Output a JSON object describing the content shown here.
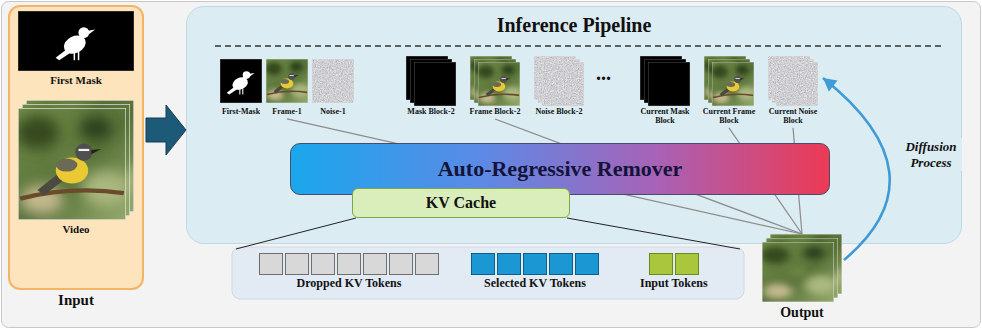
{
  "diagram": {
    "nodes": [
      {
        "text": [
          "Input"
        ]
      },
      {
        "text": [
          "First Mask"
        ],
        "in": 0
      },
      {
        "text": [
          "Video"
        ],
        "in": 0
      },
      {
        "text": [
          "Inference Pipeline"
        ]
      },
      {
        "text": [
          "First-Mask"
        ],
        "in": 3
      },
      {
        "text": [
          "Frame-1"
        ],
        "in": 3
      },
      {
        "text": [
          "Noise-1"
        ],
        "in": 3
      },
      {
        "text": [
          "Mask Block-2"
        ],
        "in": 3
      },
      {
        "text": [
          "Frame Block-2"
        ],
        "in": 3
      },
      {
        "text": [
          "Noise Block-2"
        ],
        "in": 3
      },
      {
        "text": [
          "Current Mask Block"
        ],
        "in": 3
      },
      {
        "text": [
          "Current Frame Block"
        ],
        "in": 3
      },
      {
        "text": [
          "Current Noise Block"
        ],
        "in": 3
      },
      {
        "text": [
          "Auto-Regressive Remover"
        ],
        "in": 3
      },
      {
        "text": [
          "KV Cache"
        ],
        "in": 3
      },
      {
        "text": [
          "Dropped KV Tokens"
        ]
      },
      {
        "text": [
          "Selected KV Tokens"
        ]
      },
      {
        "text": [
          "Input Tokens"
        ]
      },
      {
        "text": [
          "Output"
        ]
      }
    ],
    "edges": [
      {
        "from": 0,
        "to": 3,
        "arrow": "to"
      },
      {
        "from": 5,
        "to": 18,
        "arrow": "none"
      },
      {
        "from": 8,
        "to": 18,
        "arrow": "none"
      },
      {
        "from": 11,
        "to": 18,
        "arrow": "none"
      },
      {
        "from": 12,
        "to": 18,
        "arrow": "none"
      },
      {
        "from": 18,
        "to": 12,
        "label": "Diffusion Process",
        "arrow": "to"
      }
    ],
    "labels": [
      "..."
    ]
  }
}
